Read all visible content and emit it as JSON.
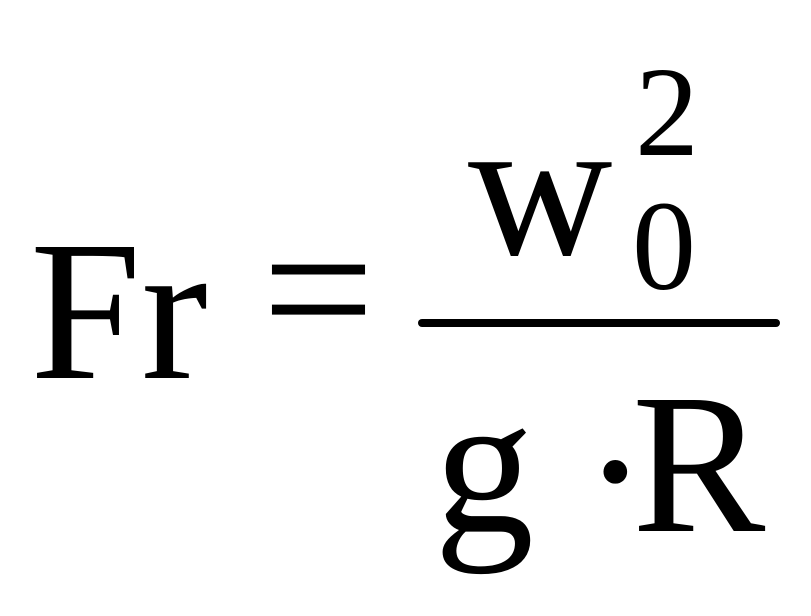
{
  "formula": {
    "lhs": "Fr",
    "equals": "=",
    "numerator": {
      "base": "w",
      "superscript": "2",
      "subscript": "0"
    },
    "denominator": {
      "left": "g",
      "operator": "·",
      "right": "R"
    }
  },
  "colors": {
    "background": "#ffffff",
    "text": "#000000"
  }
}
